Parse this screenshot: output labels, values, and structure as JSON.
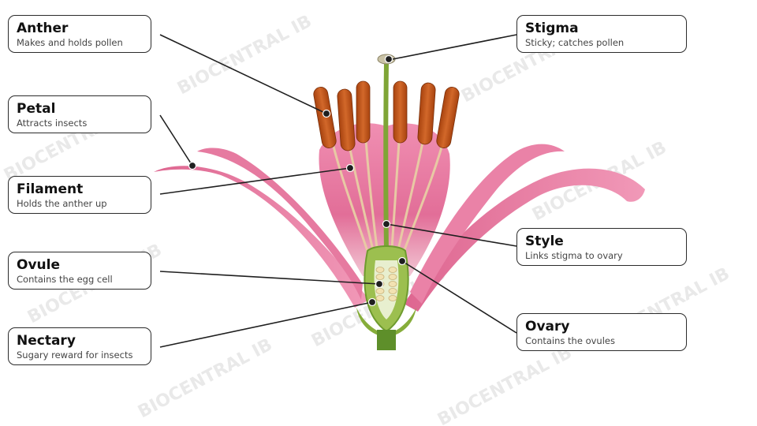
{
  "labels": {
    "anther": {
      "title": "Anther",
      "desc": "Makes and holds pollen"
    },
    "petal": {
      "title": "Petal",
      "desc": "Attracts insects"
    },
    "filament": {
      "title": "Filament",
      "desc": "Holds the anther up"
    },
    "ovule": {
      "title": "Ovule",
      "desc": "Contains the egg cell"
    },
    "nectary": {
      "title": "Nectary",
      "desc": "Sugary reward for insects"
    },
    "stigma": {
      "title": "Stigma",
      "desc": "Sticky; catches pollen"
    },
    "style": {
      "title": "Style",
      "desc": "Links stigma to ovary"
    },
    "ovary": {
      "title": "Ovary",
      "desc": "Contains the ovules"
    }
  },
  "watermark": "BIOCENTRAL IB",
  "colors": {
    "petal": "#e8779f",
    "petal_dark": "#c94f7e",
    "anther": "#c75a1e",
    "stem": "#6e9b2e",
    "line": "#1f1f1f"
  }
}
